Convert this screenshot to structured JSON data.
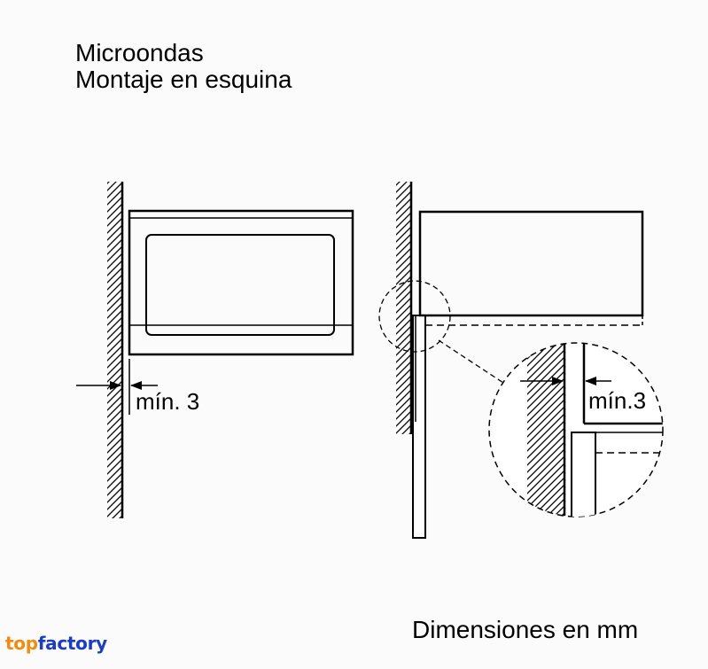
{
  "title": {
    "line1": "Microondas",
    "line2": "Montaje en esquina"
  },
  "left_view": {
    "clearance_label": "mín. 3"
  },
  "right_view": {
    "clearance_label": "mín.3"
  },
  "footer": {
    "units_label": "Dimensiones en mm"
  },
  "logo": {
    "part1": "top",
    "part2": "factory",
    "color_part1": "#f28c0f",
    "color_part2": "#1a3cc8"
  }
}
